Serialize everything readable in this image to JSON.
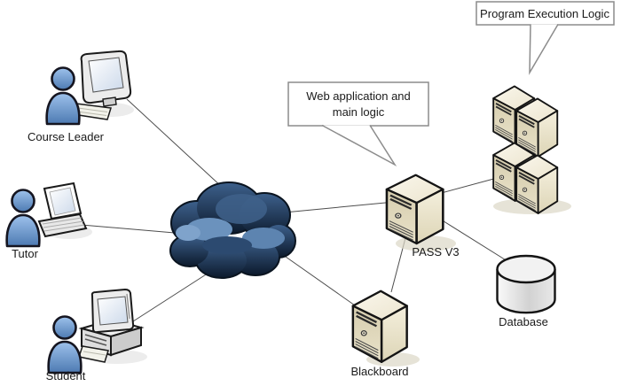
{
  "nodes": {
    "course_leader": {
      "label": "Course Leader"
    },
    "tutor": {
      "label": "Tutor"
    },
    "student": {
      "label": "Student"
    },
    "pass_v3": {
      "label": "PASS V3"
    },
    "blackboard": {
      "label": "Blackboard"
    },
    "database": {
      "label": "Database"
    }
  },
  "callouts": {
    "web_application": {
      "line1": "Web application and",
      "line2": "main logic"
    },
    "program_execution": {
      "label": "Program Execution Logic"
    }
  },
  "icons": {
    "cloud": "network-cloud-icon",
    "person": "user-person-icon",
    "desktop": "desktop-computer-icon",
    "laptop": "laptop-icon",
    "server": "tower-server-icon",
    "server_rack": "server-rack-icon",
    "database": "database-cylinder-icon"
  },
  "colors": {
    "background": "#ffffff",
    "person_blue": "#6a9bd8",
    "cloud_dark": "#16273d",
    "cloud_highlight": "#6b92bd",
    "server_beige": "#e6dfc4",
    "database_grey": "#e8e8e8",
    "connector_grey": "#4d4d4d",
    "callout_border": "#8c8c8c",
    "outline_black": "#141414",
    "label_text": "#1a1a1a"
  }
}
